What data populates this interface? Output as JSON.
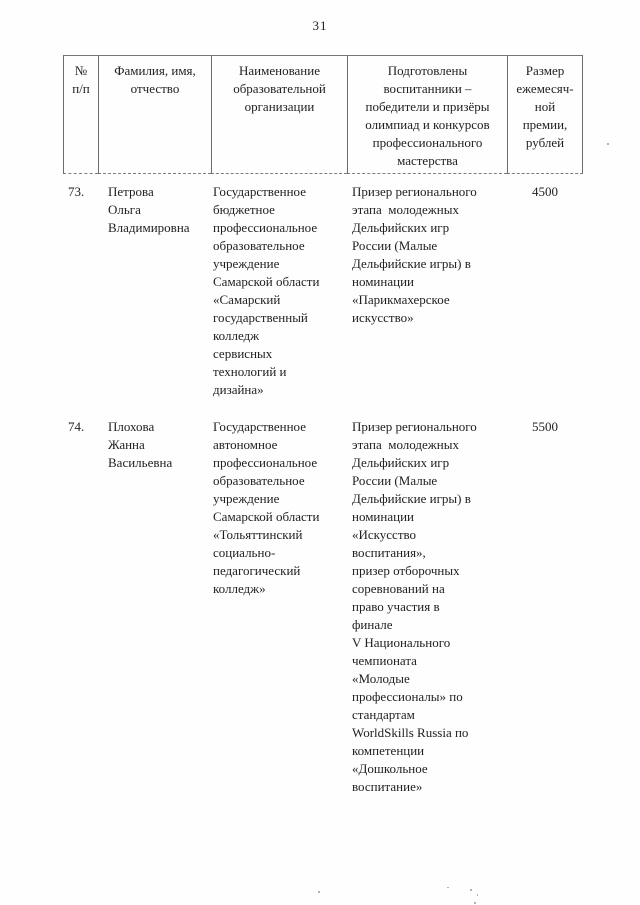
{
  "page": {
    "number": "31"
  },
  "table": {
    "headers": [
      {
        "id": "num",
        "label": "№\nп/п"
      },
      {
        "id": "name",
        "label": "Фамилия, имя,\nотчество"
      },
      {
        "id": "org",
        "label": "Наименование\nобразовательной\nорганизации"
      },
      {
        "id": "achievement",
        "label": "Подготовлены\nвоспитанники –\nпобедители и призёры\nолимпиад и конкурсов\nпрофессионального\nмастерства"
      },
      {
        "id": "amount",
        "label": "Размер\nежемесяч-\nной\nпремии,\nрублей"
      }
    ],
    "rows": [
      {
        "num": "73.",
        "name": "Петрова\nОльга\nВладимировна",
        "org": "Государственное\nбюджетное\nпрофессиональное\nобразовательное\nучреждение\nСамарской области\n«Самарский\nгосударственный\nколледж\nсервисных\nтехнологий и\nдизайна»",
        "achievement": "Призер регионального\nэтапа  молодежных\nДельфийских игр\nРоссии (Малые\nДельфийские игры) в\nноминации\n«Парикмахерское\nискусство»",
        "amount": "4500"
      },
      {
        "num": "74.",
        "name": "Плохова\nЖанна\nВасильевна",
        "org": "Государственное\nавтономное\nпрофессиональное\nобразовательное\nучреждение\nСамарской области\n«Тольяттинский\nсоциально-\nпедагогический\nколледж»",
        "achievement": "Призер регионального\nэтапа  молодежных\nДельфийских игр\nРоссии (Малые\nДельфийские игры) в\nноминации\n«Искусство\nвоспитания»,\nпризер отборочных\nсоревнований на\nправо участия в\nфинале\nV Национального\nчемпионата\n«Молодые\nпрофессионалы» по\nстандартам\nWorldSkills Russia по\nкомпетенции\n«Дошкольное\nвоспитание»",
        "amount": "5500"
      }
    ]
  }
}
